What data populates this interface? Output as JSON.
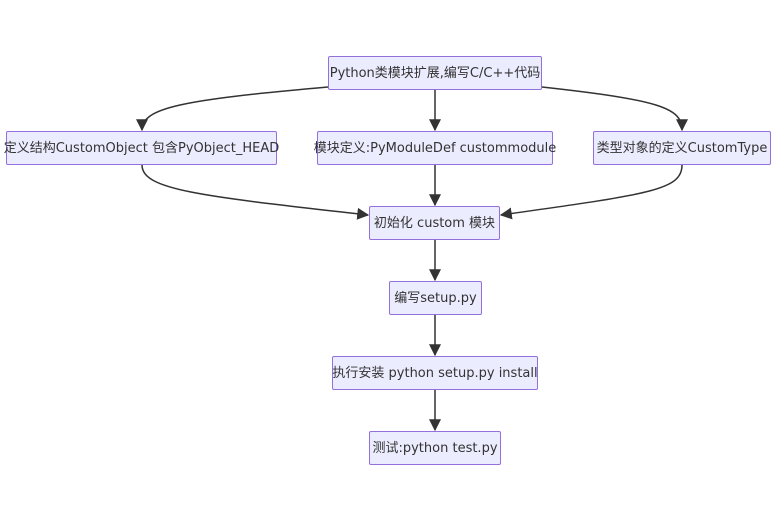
{
  "nodes": {
    "n1": "Python类模块扩展,编写C/C++代码",
    "n2": "定义结构CustomObject 包含PyObject_HEAD",
    "n3": "模块定义:PyModuleDef custommodule",
    "n4": "类型对象的定义CustomType",
    "n5": "初始化 custom 模块",
    "n6": "编写setup.py",
    "n7": "执行安装 python setup.py install",
    "n8": "测试:python test.py"
  },
  "edges": [
    {
      "from": "n1",
      "to": "n2"
    },
    {
      "from": "n1",
      "to": "n3"
    },
    {
      "from": "n1",
      "to": "n4"
    },
    {
      "from": "n2",
      "to": "n5"
    },
    {
      "from": "n3",
      "to": "n5"
    },
    {
      "from": "n4",
      "to": "n5"
    },
    {
      "from": "n5",
      "to": "n6"
    },
    {
      "from": "n6",
      "to": "n7"
    },
    {
      "from": "n7",
      "to": "n8"
    }
  ],
  "colors": {
    "node_fill": "#ececff",
    "node_border": "#9370db",
    "edge": "#333333",
    "text": "#333333"
  }
}
